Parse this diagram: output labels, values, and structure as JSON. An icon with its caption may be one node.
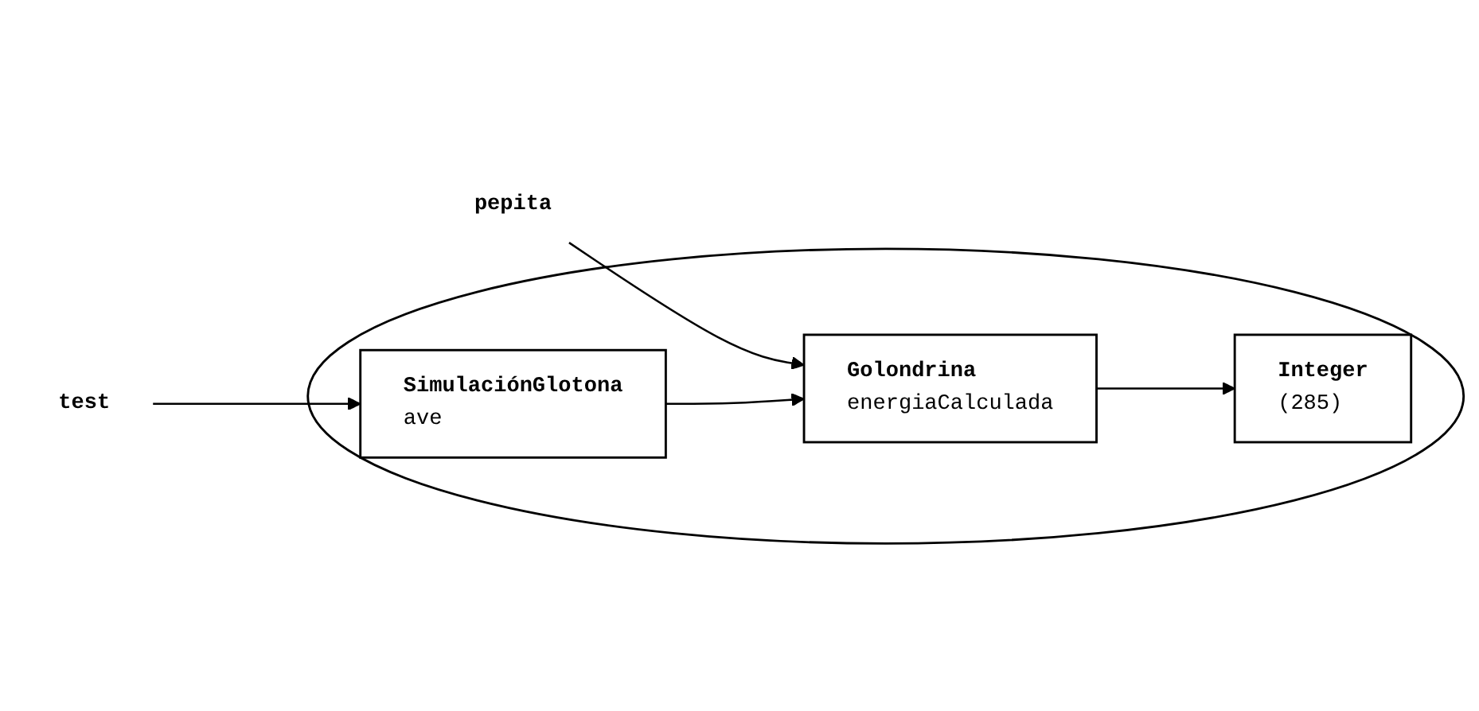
{
  "diagram": {
    "nodes": [
      {
        "text": [
          "pepita"
        ]
      },
      {
        "text": [
          "test"
        ]
      },
      {
        "text": [],
        "shape": "ellipse"
      },
      {
        "text": [
          "SimulaciónGlotona",
          "ave"
        ],
        "in": 2
      },
      {
        "text": [
          "Golondrina",
          "energiaCalculada"
        ],
        "in": 2
      },
      {
        "text": [
          "Integer",
          "(285)"
        ],
        "in": 2
      }
    ],
    "edges": [
      {
        "from": 1,
        "to": 3,
        "arrow": "to"
      },
      {
        "from": 0,
        "to": 4,
        "arrow": "to"
      },
      {
        "from": 3,
        "to": 4,
        "arrow": "to"
      },
      {
        "from": 4,
        "to": 5,
        "arrow": "to"
      }
    ]
  }
}
